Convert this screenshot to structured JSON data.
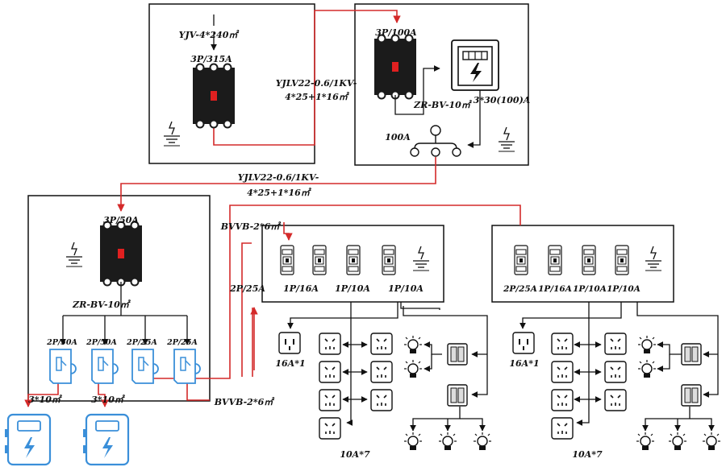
{
  "colors": {
    "line": "#111111",
    "cable": "#d42a2a",
    "breaker": "#1b1b1b",
    "breaker_mark": "#e02020",
    "rcd": "#3a8fd9",
    "panel_icon": "#3a8fd9"
  },
  "cables": {
    "incoming": "YJV-4*240㎡",
    "feeder1_line1": "YJLV22-0.6/1KV-",
    "feeder1_line2": "4*25+1*16㎡",
    "feeder2_line1": "YJLV22-0.6/1KV-",
    "feeder2_line2": "4*25+1*16㎡",
    "ground_wire_a": "ZR-BV-10㎡",
    "ground_wire_b": "ZR-BV-10㎡",
    "conduit": "3*30(100)A",
    "bvvb_top": "BVVB-2*6㎡",
    "bvvb_bottom": "BVVB-2*6㎡",
    "sub_left": "3*10㎡",
    "sub_right": "3*10㎡"
  },
  "breakers": {
    "main": "3P/315A",
    "meter": "3P/100A",
    "dist": "3P/50A",
    "ground_bar": "100A"
  },
  "rcds": [
    "2P/50A",
    "2P/50A",
    "2P/25A",
    "2P/25A"
  ],
  "box1": {
    "feeder": "2P/25A",
    "breakers": [
      "1P/16A",
      "1P/10A",
      "1P/10A"
    ],
    "socket_16": "16A*1",
    "socket_10": "10A*7"
  },
  "box2": {
    "breakers": [
      "2P/25A",
      "1P/16A",
      "1P/10A",
      "1P/10A"
    ],
    "socket_16": "16A*1",
    "socket_10": "10A*7"
  },
  "icons": {
    "ground": "ground-icon",
    "meter": "meter-icon",
    "socket": "socket-icon",
    "lamp": "lamp-icon",
    "switch": "switch-icon",
    "breaker": "breaker-icon",
    "panel": "panel-icon"
  }
}
